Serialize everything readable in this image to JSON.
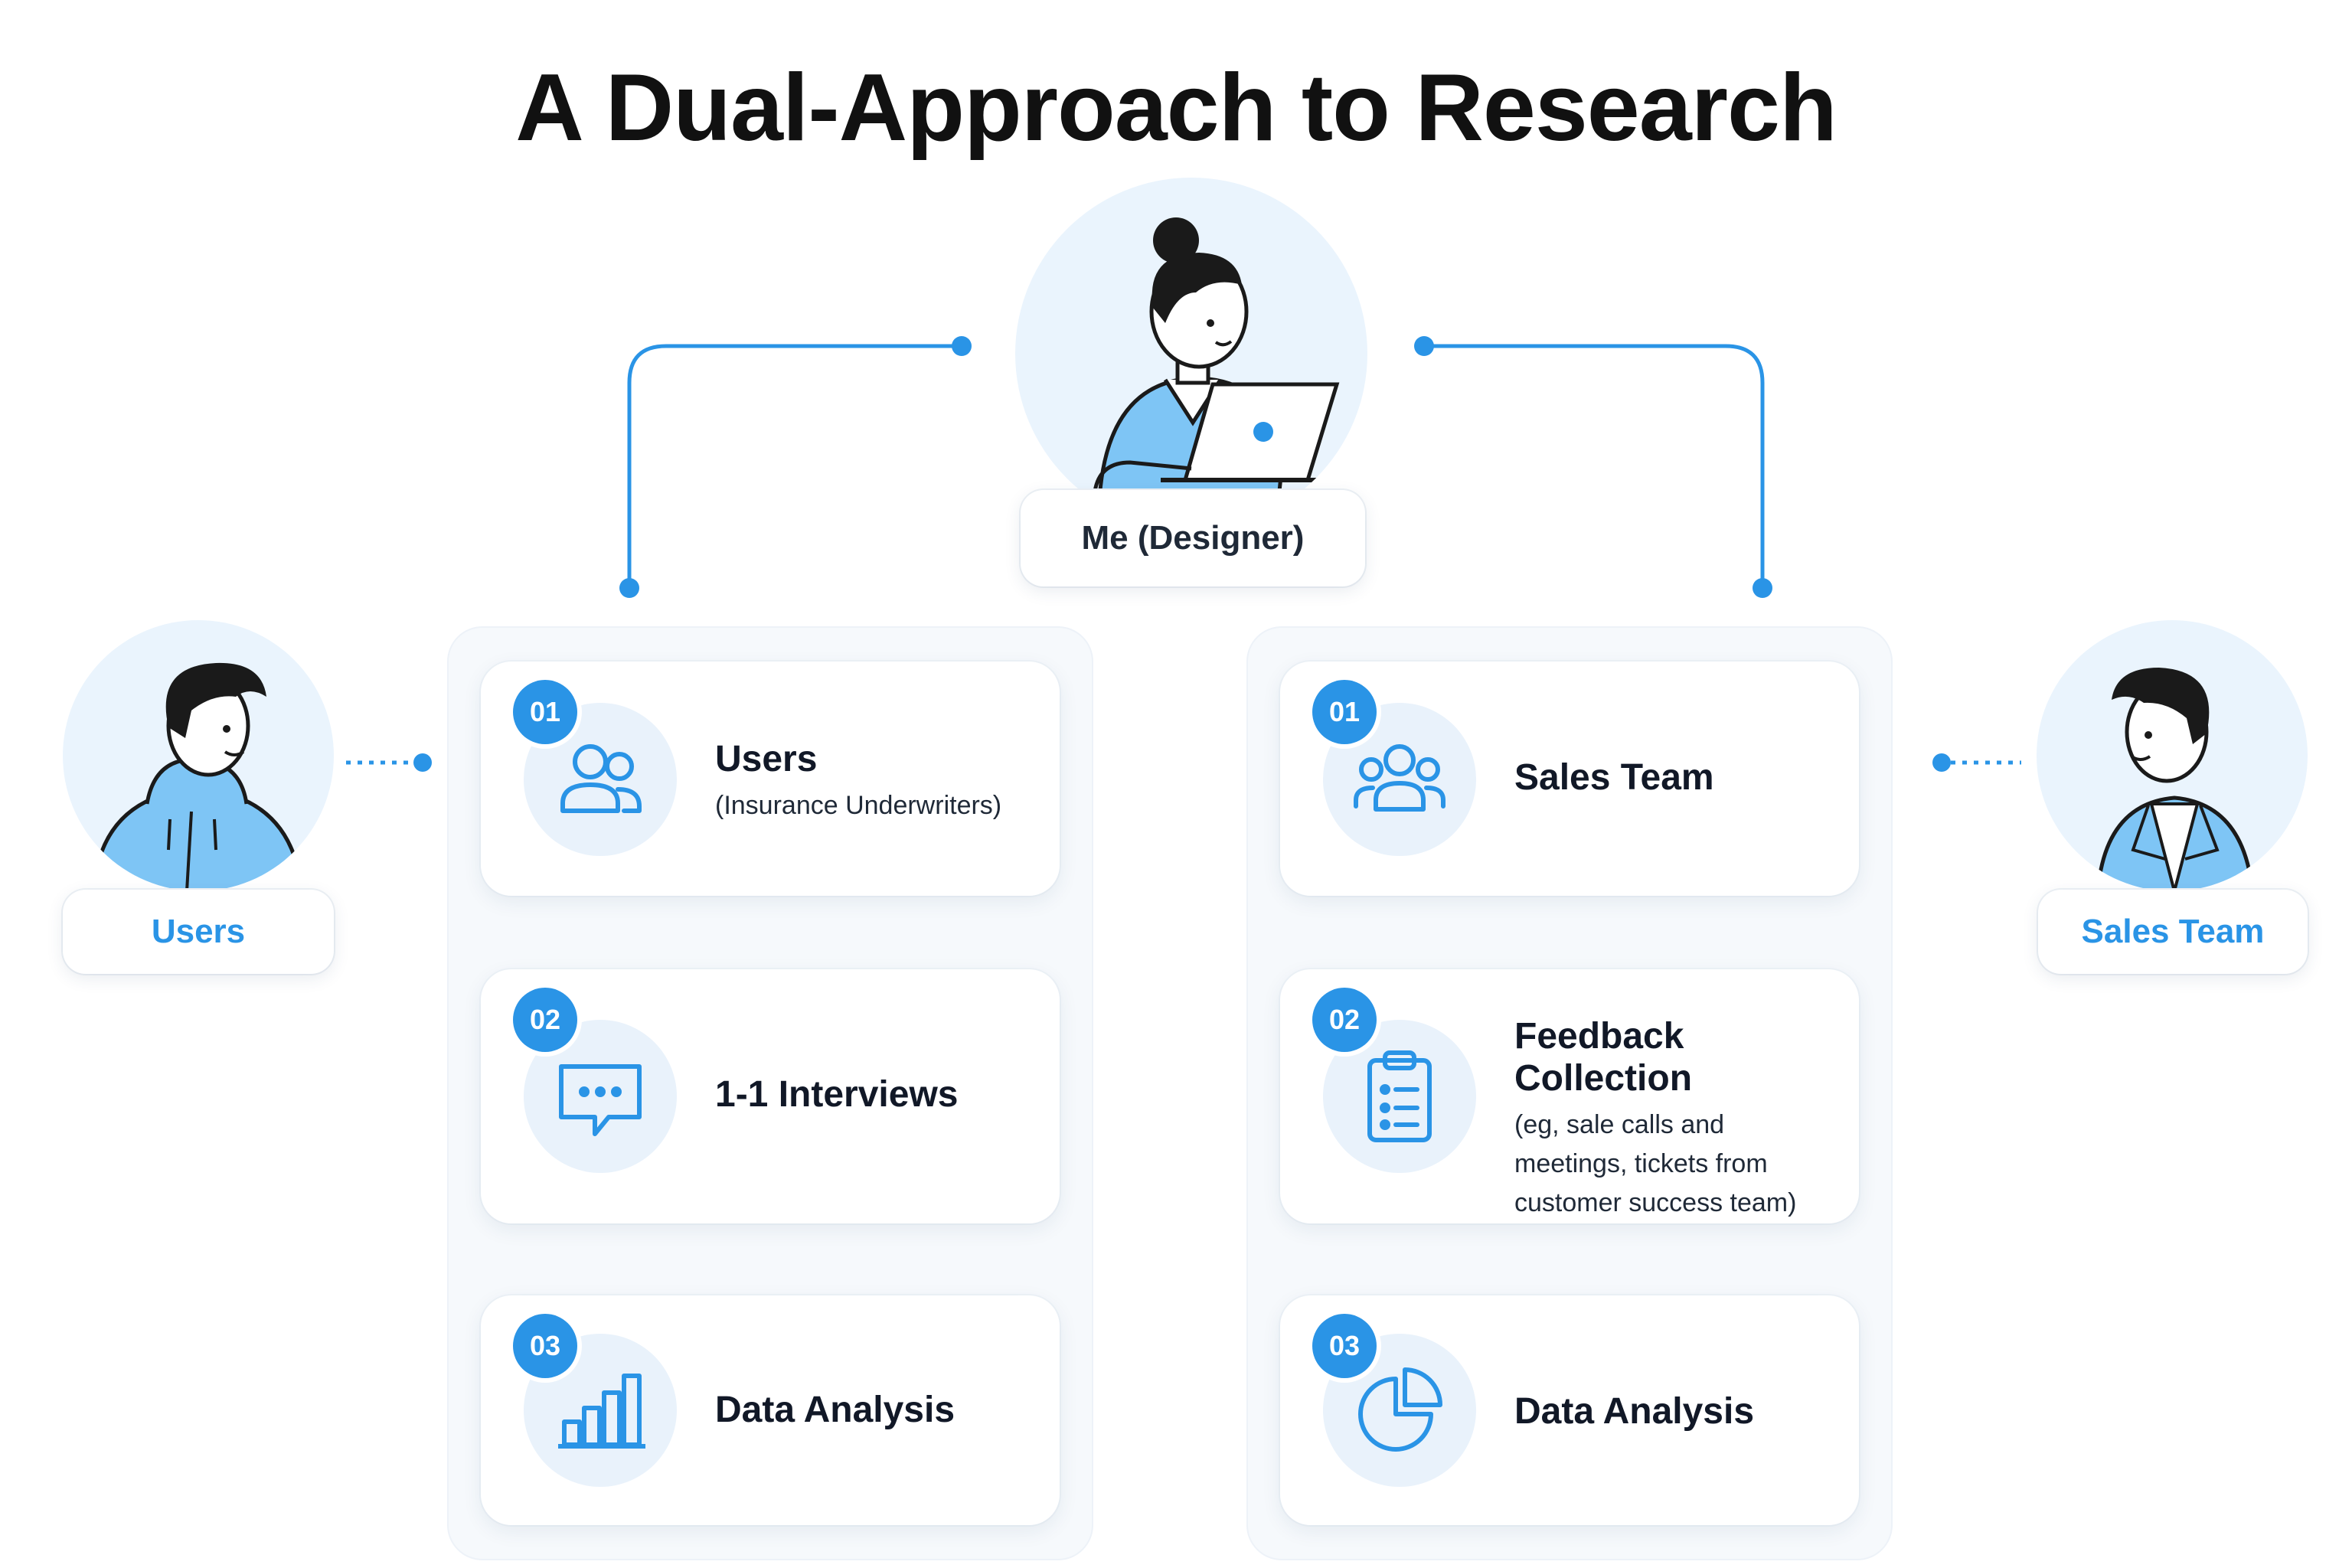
{
  "title": "A Dual-Approach to Research",
  "colors": {
    "accent": "#2a94e6",
    "accent_light": "#e9f2fb",
    "panel": "#f6f9fc"
  },
  "designer": {
    "label": "Me (Designer)",
    "avatar": "designer-with-laptop"
  },
  "users_persona": {
    "label": "Users",
    "avatar": "man-in-hoodie"
  },
  "sales_persona": {
    "label": "Sales Team",
    "avatar": "man-in-blazer"
  },
  "left_column": {
    "steps": [
      {
        "number": "01",
        "heading": "Users",
        "sub": "(Insurance Underwriters)",
        "icon": "users-group-icon"
      },
      {
        "number": "02",
        "heading": "1-1 Interviews",
        "sub": "",
        "icon": "chat-bubble-icon"
      },
      {
        "number": "03",
        "heading": "Data Analysis",
        "sub": "",
        "icon": "bar-chart-icon"
      }
    ]
  },
  "right_column": {
    "steps": [
      {
        "number": "01",
        "heading": "Sales Team",
        "sub": "",
        "icon": "team-group-icon"
      },
      {
        "number": "02",
        "heading": "Feedback Collection",
        "sub": "(eg, sale calls and meetings, tickets from customer success team)",
        "icon": "clipboard-icon"
      },
      {
        "number": "03",
        "heading": "Data Analysis",
        "sub": "",
        "icon": "pie-chart-icon"
      }
    ]
  }
}
